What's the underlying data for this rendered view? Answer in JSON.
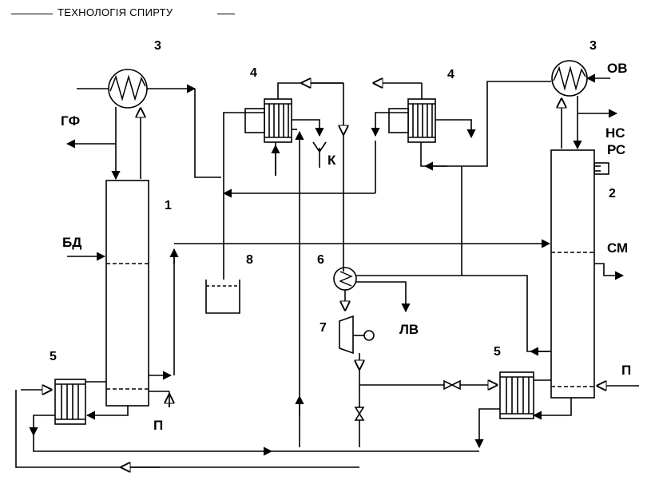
{
  "header": {
    "title": "ТЕХНОЛОГІЯ СПИРТУ"
  },
  "numbers": {
    "n1": "1",
    "n2": "2",
    "n3_left": "3",
    "n3_right": "3",
    "n4_left": "4",
    "n4_right": "4",
    "n5_left": "5",
    "n5_right": "5",
    "n6": "6",
    "n7": "7",
    "n8": "8"
  },
  "streams": {
    "gf": "ГФ",
    "bd": "БД",
    "p_left": "П",
    "p_right": "П",
    "k": "К",
    "lv": "ЛВ",
    "ov": "ОВ",
    "ns": "НС",
    "rs": "РС",
    "sm": "СМ"
  }
}
